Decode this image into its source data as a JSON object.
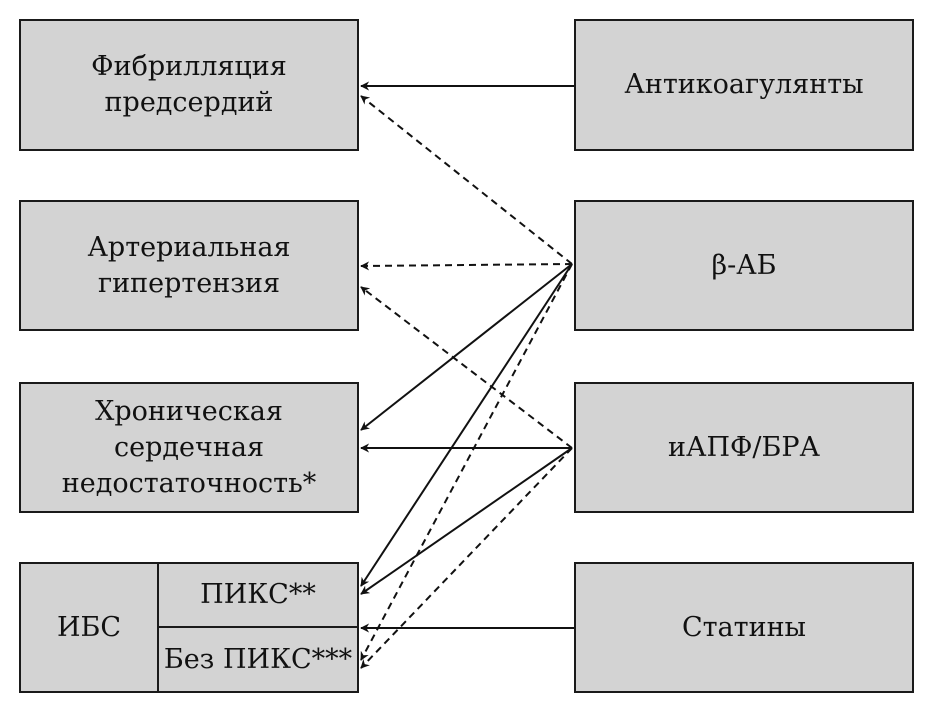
{
  "left": {
    "af": {
      "line1": "Фибрилляция",
      "line2": "предсердий"
    },
    "ah": {
      "line1": "Артериальная",
      "line2": "гипертензия"
    },
    "chf": {
      "line1": "Хроническая сердечная",
      "line2": "недостаточность*"
    },
    "ihd": {
      "label": "ИБС",
      "piks": "ПИКС**",
      "no_piks": "Без ПИКС***"
    }
  },
  "right": {
    "anticoag": "Антикоагулянты",
    "ba": "β-АБ",
    "iapf": "иАПФ/БРА",
    "statins": "Статины"
  },
  "links": [
    {
      "from": "anticoag",
      "to": "af",
      "style": "solid"
    },
    {
      "from": "ba",
      "to": "af",
      "style": "dashed"
    },
    {
      "from": "ba",
      "to": "ah",
      "style": "dashed"
    },
    {
      "from": "iapf",
      "to": "ah",
      "style": "dashed"
    },
    {
      "from": "ba",
      "to": "chf",
      "style": "solid"
    },
    {
      "from": "iapf",
      "to": "chf",
      "style": "solid"
    },
    {
      "from": "ba",
      "to": "piks",
      "style": "solid"
    },
    {
      "from": "iapf",
      "to": "piks",
      "style": "solid"
    },
    {
      "from": "ba",
      "to": "no_piks",
      "style": "dashed"
    },
    {
      "from": "iapf",
      "to": "no_piks",
      "style": "dashed"
    },
    {
      "from": "statins",
      "to": "no_piks",
      "style": "solid"
    }
  ]
}
